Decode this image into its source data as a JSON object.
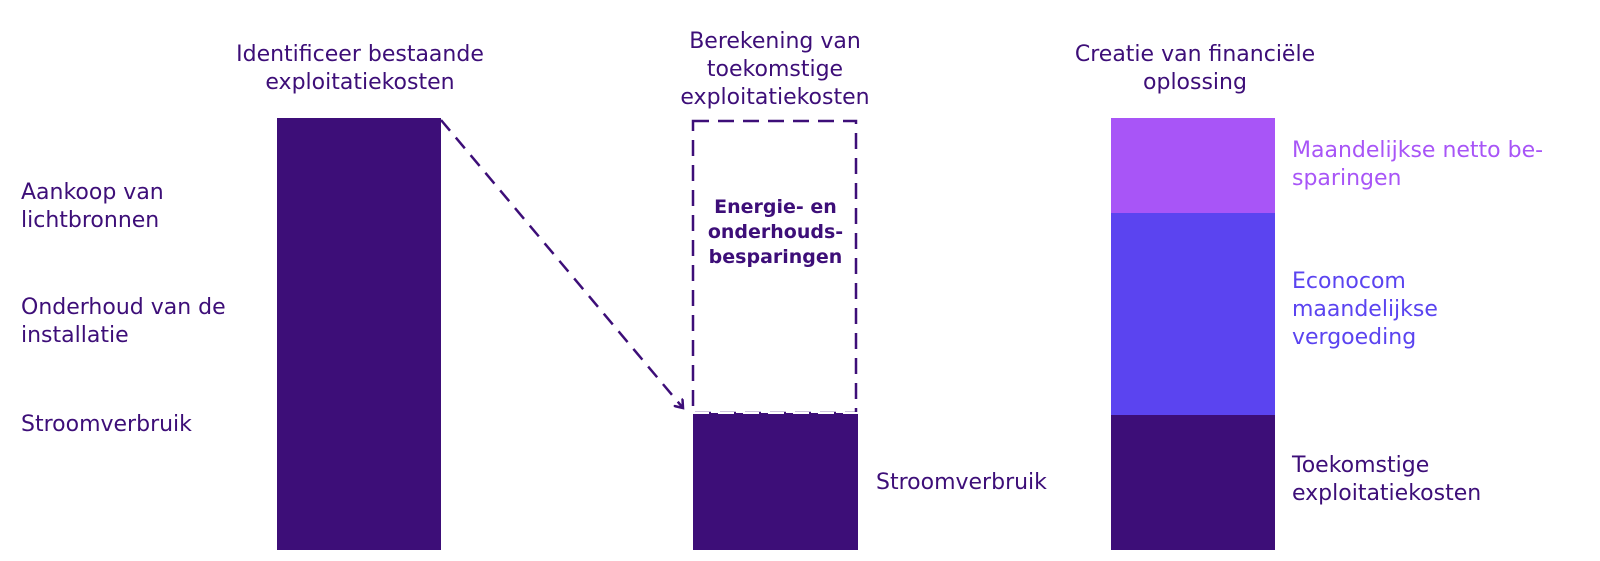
{
  "colors": {
    "dark_purple": "#3d0e78",
    "light_purple": "#a855f7",
    "blue_purple": "#5b44f0",
    "background": "#ffffff"
  },
  "column1": {
    "heading": "Identificeer bestaande\nexploitatiekosten",
    "labels": [
      "Aankoop van\nlichtbronnen",
      "Onderhoud van de\ninstallatie",
      "Stroomverbruik"
    ]
  },
  "column2": {
    "heading": "Berekening van\ntoekomstige\nexploitatiekosten",
    "savings_label": "Energie- en\nonderhouds-\nbesparingen",
    "bar_label": "Stroomverbruik"
  },
  "column3": {
    "heading": "Creatie van financiële\noplossing",
    "segments": [
      {
        "label": "Maandelijkse netto be-\nsparingen",
        "color": "#a855f7"
      },
      {
        "label": "Econocom\nmaandelijkse\nvergoeding",
        "color": "#5b44f0"
      },
      {
        "label": "Toekomstige\nexploitatiekosten",
        "color": "#3d0e78"
      }
    ]
  }
}
